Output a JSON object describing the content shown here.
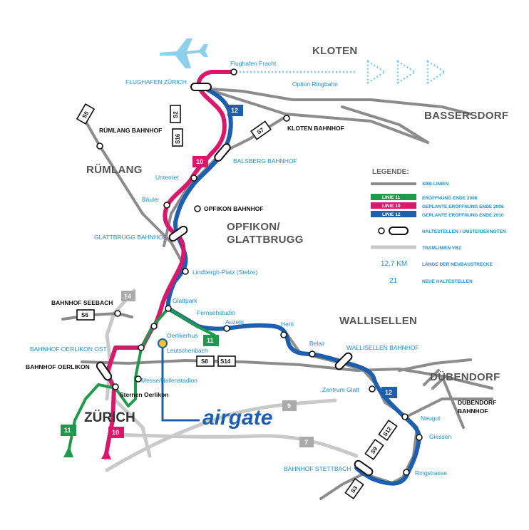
{
  "colors": {
    "sbb": "#8c8c8c",
    "tram": "#c7c7c7",
    "line11": "#1f9a4a",
    "line10": "#d9186b",
    "line12": "#1c5fae",
    "label": "#1a8fd0",
    "ringbahn": "#7cc8e8"
  },
  "regions": {
    "kloten": "KLOTEN",
    "bassersdorf": "BASSERSDORF",
    "ruemlang": "RÜMLANG",
    "opfikon_1": "OPFIKON/",
    "opfikon_2": "GLATTBRUGG",
    "wallisellen": "WALLISELLEN",
    "duebendorf": "DÜBENDORF",
    "zuerich": "ZÜRICH"
  },
  "stations": {
    "flughafen_fracht": "Flughafen Fracht",
    "flughafen_zuerich": "FLUGHAFEN ZÜRICH",
    "option_ringbahn": "Option Ringbahn",
    "ruemlang_bahnhof": "RÜMLANG BAHNHOF",
    "kloten_bahnhof": "KLOTEN BAHNHOF",
    "balsberg_bahnhof": "BALSBERG BAHNHOF",
    "unterriet": "Unterriet",
    "opfikon_bahnhof": "OPFIKON BAHNHOF",
    "bauler": "Bäuler",
    "glattbrugg_bahnhof": "GLATTBRUGG BAHNHOF",
    "lindbergh": "Lindbergh-Platz (Stelze)",
    "bahnhof_seebach": "BAHNHOF SEEBACH",
    "glattpark": "Glattpark",
    "fernsehstudio": "Fernsehstudio",
    "auzelg": "Auzelg",
    "herti": "Herti",
    "belair": "Belair",
    "oerlikerhus": "Oerlikerhus",
    "leutschenbach": "Leutschenbach",
    "bahnhof_oerlikon_ost": "BAHNHOF OERLIKON OST",
    "bahnhof_oerlikon": "BAHNHOF OERLIKON",
    "messe": "Messe/Hallenstadion",
    "sternen_oerlikon": "Sternen Oerlikon",
    "wallisellen_bahnhof": "WALLISELLEN BAHNHOF",
    "zentrum_glatt": "Zentrum Glatt",
    "neugut": "Neugut",
    "duebendorf_bahnhof_1": "DÜBENDORF",
    "duebendorf_bahnhof_2": "BAHNHOF",
    "giessen": "Giessen",
    "ringstrasse": "Ringstrasse",
    "bahnhof_stettbach": "BAHNHOF STETTBACH"
  },
  "sbahn_badges": [
    "S5",
    "S2",
    "S16",
    "S7",
    "S6",
    "S8",
    "S14",
    "S12",
    "S9",
    "S3"
  ],
  "tram_badges": [
    "14",
    "9",
    "7"
  ],
  "line_badges": {
    "l12_top": "12",
    "l10_mid": "10",
    "l11_mid": "11",
    "l12_right": "12",
    "l11_bottom": "11",
    "l10_bottom": "10"
  },
  "airgate": "airgate",
  "legend": {
    "title": "LEGENDE:",
    "sbb": "SBB-LINIEN",
    "l11_badge": "LINIE 11",
    "l11_text": "ERÖFFNUNG ENDE 2006",
    "l10_badge": "LINIE 10",
    "l10_text": "GEPLANTE ERÖFFNUNG ENDE 2008",
    "l12_badge": "LINIE 12",
    "l12_text": "GEPLANTE ERÖFFNUNG ENDE 2010",
    "stops": "HALTESTELLEN / UMSTEIGEKNOTEN",
    "tram": "TRAMLINIEN VBZ",
    "length_value": "12.7 KM",
    "length_text": "LÄNGE DER NEUBAUSTRECKE",
    "stops_value": "21",
    "stops_text": "NEUE HALTESTELLEN"
  }
}
